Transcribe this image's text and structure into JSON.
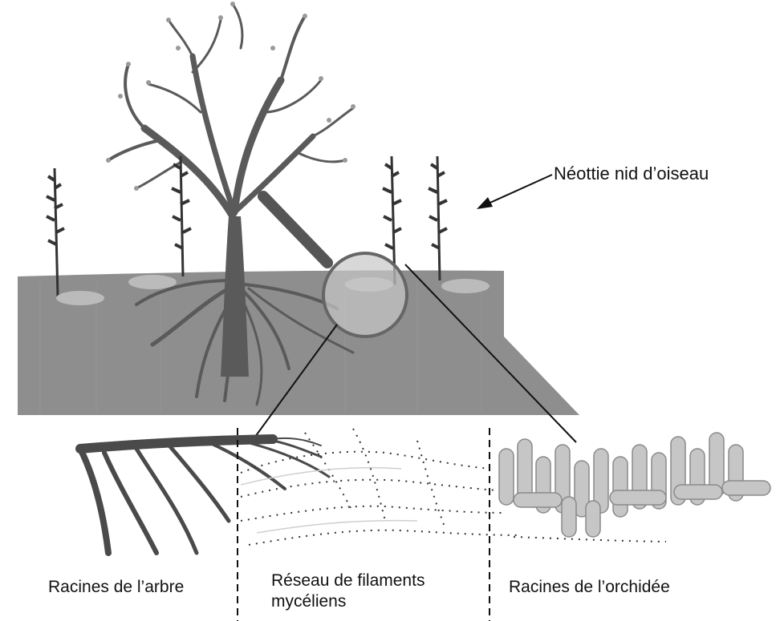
{
  "labels": {
    "neottie": "Néottie nid d’oiseau",
    "racines_arbre": "Racines de l’arbre",
    "reseau_line1": "Réseau de filaments",
    "reseau_line2": "mycéliens",
    "racines_orchidee": "Racines de l’orchidée"
  },
  "colors": {
    "soil": "#8e8e8e",
    "tree": "#5f5f5f",
    "orchid_root": "#bdbdbd",
    "line": "#111111"
  }
}
